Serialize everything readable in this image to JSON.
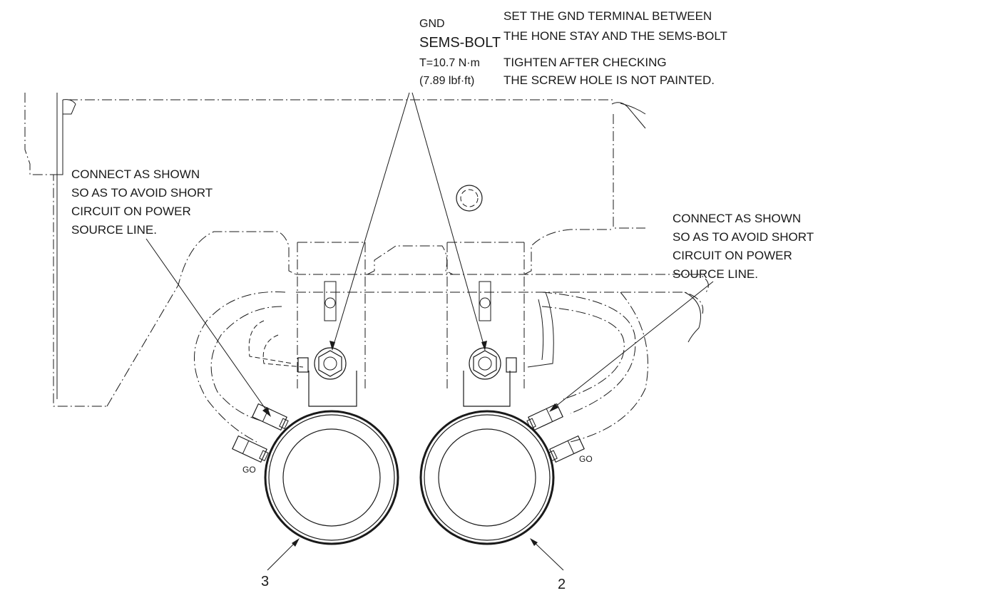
{
  "gnd_callout": {
    "line1": "GND",
    "line2": "SEMS-BOLT",
    "line3": "T=10.7 N·m",
    "line4": "(7.89 lbf·ft)"
  },
  "instruction_note": {
    "line1": "SET THE GND TERMINAL BETWEEN",
    "line2": "THE HONE STAY AND THE SEMS-BOLT",
    "line3": "TIGHTEN AFTER CHECKING",
    "line4": "THE SCREW HOLE IS NOT PAINTED."
  },
  "left_note": {
    "line1": "CONNECT AS SHOWN",
    "line2": "SO AS TO AVOID SHORT",
    "line3": "CIRCUIT ON POWER",
    "line4": "SOURCE LINE."
  },
  "right_note": {
    "line1": "CONNECT AS SHOWN",
    "line2": "SO AS TO AVOID SHORT",
    "line3": "CIRCUIT ON POWER",
    "line4": "SOURCE LINE."
  },
  "terminal_labels": {
    "left": "GO",
    "right": "GO"
  },
  "item_numbers": {
    "left_horn": "3",
    "right_horn": "2"
  }
}
